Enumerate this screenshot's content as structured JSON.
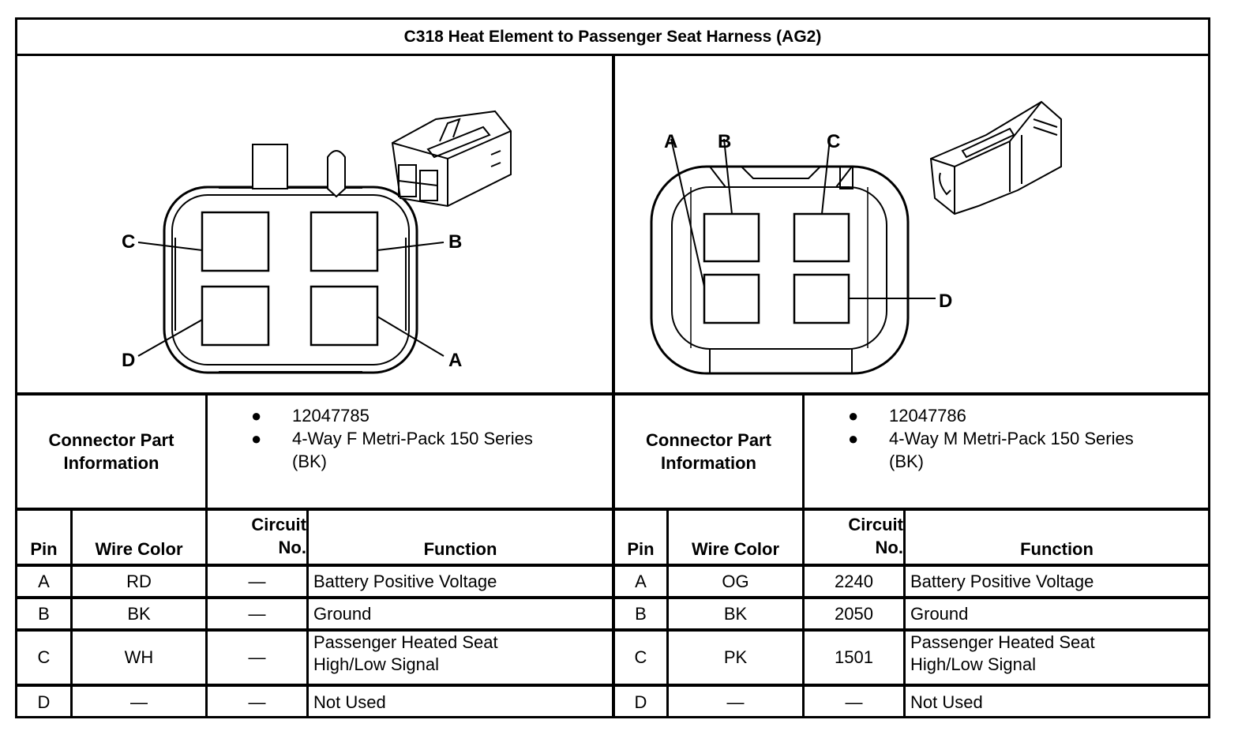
{
  "title": "C318 Heat Element to Passenger Seat Harness (AG2)",
  "left": {
    "connector_info_label": [
      "Connector Part",
      "Information"
    ],
    "part_info": [
      "12047785",
      "4-Way F Metri-Pack 150 Series",
      "(BK)"
    ],
    "pin_labels": [
      "A",
      "B",
      "C",
      "D"
    ],
    "headers": {
      "pin": "Pin",
      "wire_color": "Wire Color",
      "circuit": [
        "Circuit",
        "No."
      ],
      "function": "Function"
    },
    "rows": [
      {
        "pin": "A",
        "wire_color": "RD",
        "circuit": "—",
        "function": [
          "Battery Positive Voltage"
        ]
      },
      {
        "pin": "B",
        "wire_color": "BK",
        "circuit": "—",
        "function": [
          "Ground"
        ]
      },
      {
        "pin": "C",
        "wire_color": "WH",
        "circuit": "—",
        "function": [
          "Passenger Heated Seat",
          "High/Low Signal"
        ]
      },
      {
        "pin": "D",
        "wire_color": "—",
        "circuit": "—",
        "function": [
          "Not Used"
        ]
      }
    ]
  },
  "right": {
    "connector_info_label": [
      "Connector Part",
      "Information"
    ],
    "part_info": [
      "12047786",
      "4-Way M Metri-Pack 150 Series",
      "(BK)"
    ],
    "pin_labels": [
      "A",
      "B",
      "C",
      "D"
    ],
    "headers": {
      "pin": "Pin",
      "wire_color": "Wire Color",
      "circuit": [
        "Circuit",
        "No."
      ],
      "function": "Function"
    },
    "rows": [
      {
        "pin": "A",
        "wire_color": "OG",
        "circuit": "2240",
        "function": [
          "Battery Positive Voltage"
        ]
      },
      {
        "pin": "B",
        "wire_color": "BK",
        "circuit": "2050",
        "function": [
          "Ground"
        ]
      },
      {
        "pin": "C",
        "wire_color": "PK",
        "circuit": "1501",
        "function": [
          "Passenger Heated Seat",
          "High/Low Signal"
        ]
      },
      {
        "pin": "D",
        "wire_color": "—",
        "circuit": "—",
        "function": [
          "Not Used"
        ]
      }
    ]
  },
  "bullet": "●"
}
